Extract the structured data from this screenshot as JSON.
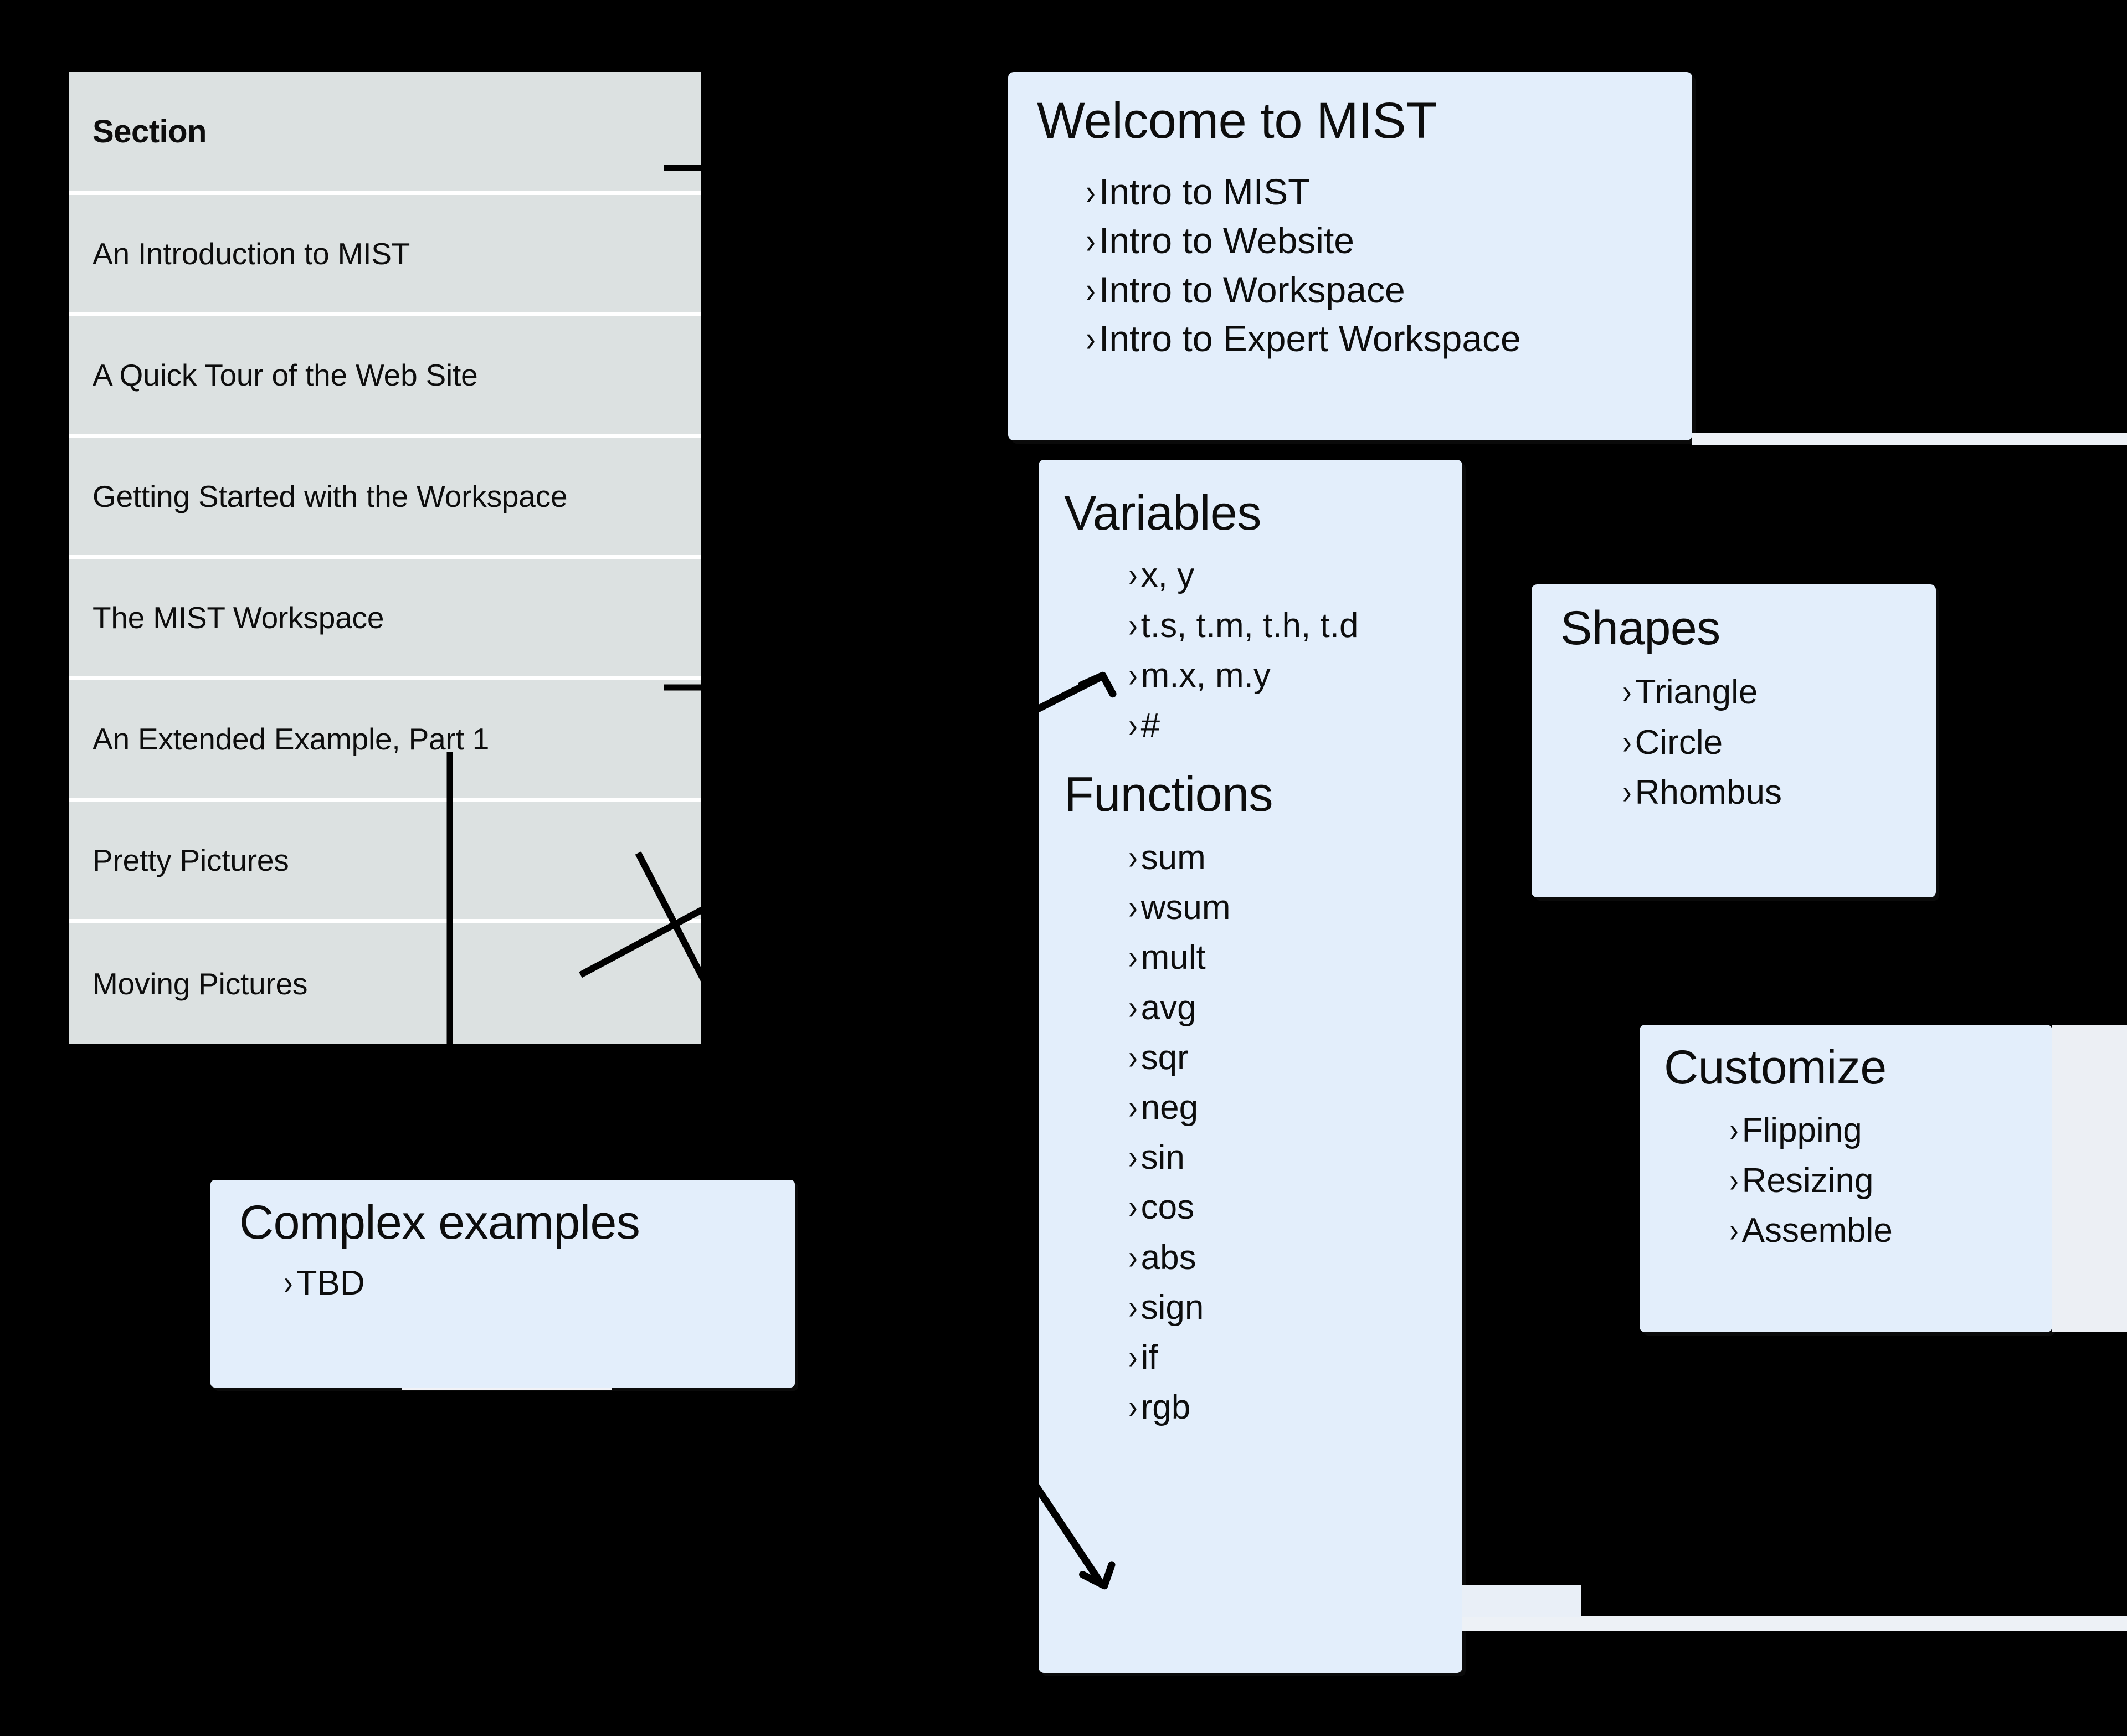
{
  "section_table": {
    "header": "Section",
    "rows": [
      "An Introduction to MIST",
      "A Quick Tour of the Web Site",
      "Getting Started with the Workspace",
      "The MIST Workspace",
      "An Extended Example, Part 1",
      "Pretty Pictures",
      "Moving Pictures"
    ]
  },
  "welcome": {
    "title": "Welcome to MIST",
    "items": [
      "Intro to MIST",
      "Intro to Website",
      "Intro to Workspace",
      "Intro to Expert Workspace"
    ]
  },
  "variables": {
    "title": "Variables",
    "items": [
      "x, y",
      "t.s, t.m, t.h, t.d",
      "m.x, m.y",
      "#"
    ]
  },
  "functions": {
    "title": "Functions",
    "items": [
      "sum",
      "wsum",
      "mult",
      "avg",
      "sqr",
      "neg",
      "sin",
      "cos",
      "abs",
      "sign",
      "if",
      "rgb"
    ]
  },
  "shapes": {
    "title": "Shapes",
    "items": [
      "Triangle",
      "Circle",
      "Rhombus"
    ]
  },
  "customize": {
    "title": "Customize",
    "items": [
      "Flipping",
      "Resizing",
      "Assemble"
    ]
  },
  "complex": {
    "title": "Complex examples",
    "items": [
      "TBD"
    ]
  },
  "icons": {
    "chevron": "›"
  },
  "colors": {
    "card_bg": "#e3eefb",
    "table_bg": "#dce1e1",
    "table_divider": "#ffffff",
    "page_bg": "#000000",
    "text": "#0d0d0d",
    "connector": "#000000",
    "trapezoid": "#f1f2f6"
  }
}
